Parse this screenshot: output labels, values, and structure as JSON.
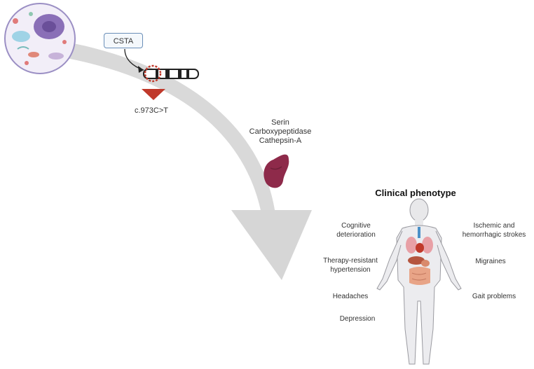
{
  "gene": {
    "label": "CSTA"
  },
  "variant": {
    "label": "c.973C>T"
  },
  "protein": {
    "lines": [
      "Serin",
      "Carboxypeptidase",
      "Cathepsin-A"
    ]
  },
  "phenotype": {
    "title": "Clinical phenotype",
    "left": [
      {
        "lines": [
          "Cognitive",
          "deterioration"
        ]
      },
      {
        "lines": [
          "Therapy-resistant",
          "hypertension"
        ]
      },
      {
        "lines": [
          "Headaches"
        ]
      },
      {
        "lines": [
          "Depression"
        ]
      }
    ],
    "right": [
      {
        "lines": [
          "Ischemic and",
          "hemorrhagic strokes"
        ]
      },
      {
        "lines": [
          "Migraines"
        ]
      },
      {
        "lines": [
          "Gait problems"
        ]
      }
    ]
  },
  "icons": [
    "cell-icon",
    "chromosome-icon",
    "mutation-marker-icon",
    "protein-icon",
    "human-body-icon",
    "flow-arrow"
  ],
  "colors": {
    "arrow": "#d9d9d9",
    "mutation": "#c0392b",
    "protein": "#8e2a4a",
    "box_border": "#6a8fb8"
  }
}
